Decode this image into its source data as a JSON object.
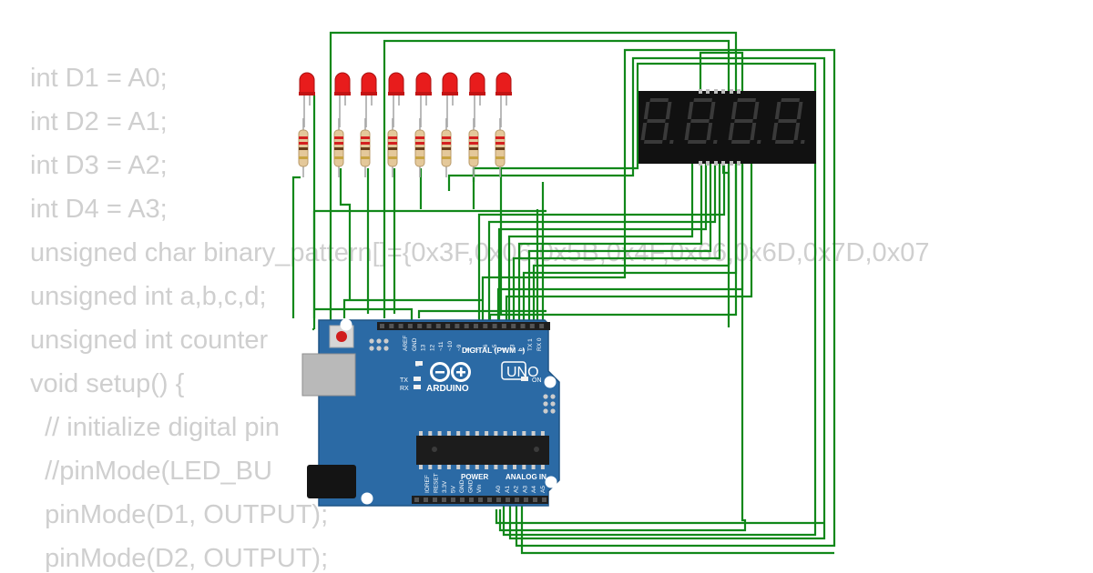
{
  "code_lines": [
    "int D1 = A0;",
    "int D2 = A1;",
    "int D3 = A2;",
    "int D4 = A3;",
    "unsigned char binary_pattern[]={0x3F,0x06,0x5B,0x4F,0x66,0x6D,0x7D,0x07",
    "unsigned int a,b,c,d;",
    "unsigned int counter",
    "void setup() {",
    "  // initialize digital pin                 an output.",
    "  //pinMode(LED_BU",
    "  pinMode(D1, OUTPUT);",
    "  pinMode(D2, OUTPUT);"
  ],
  "board": {
    "model": "UNO",
    "brand": "ARDUINO",
    "digital_header": "DIGITAL (PWM ~)",
    "analog_header": "ANALOG IN",
    "power_header": "POWER",
    "on_label": "ON",
    "l_label": "L",
    "tx_label": "TX",
    "rx_label": "RX",
    "digital_pins": [
      "AREF",
      "GND",
      "13",
      "12",
      "~11",
      "~10",
      "~9",
      "8",
      "7",
      "~6",
      "~5",
      "4",
      "~3",
      "2",
      "TX 1",
      "RX 0"
    ],
    "power_pins": [
      "IOREF",
      "RESET",
      "3.3V",
      "5V",
      "GND",
      "GND",
      "Vin"
    ],
    "analog_pins": [
      "A0",
      "A1",
      "A2",
      "A3",
      "A4",
      "A5"
    ]
  },
  "display": {
    "type": "4-digit 7-segment display",
    "digits": [
      "8.",
      "8.",
      "8.",
      "8."
    ]
  },
  "leds": {
    "count": 8,
    "color": "#e81c1c"
  },
  "colors": {
    "wire": "#11881a",
    "board": "#2b6aa5",
    "code_text": "#cfcfcf",
    "display_bg": "#111111",
    "display_segment": "#3a3a3a"
  }
}
